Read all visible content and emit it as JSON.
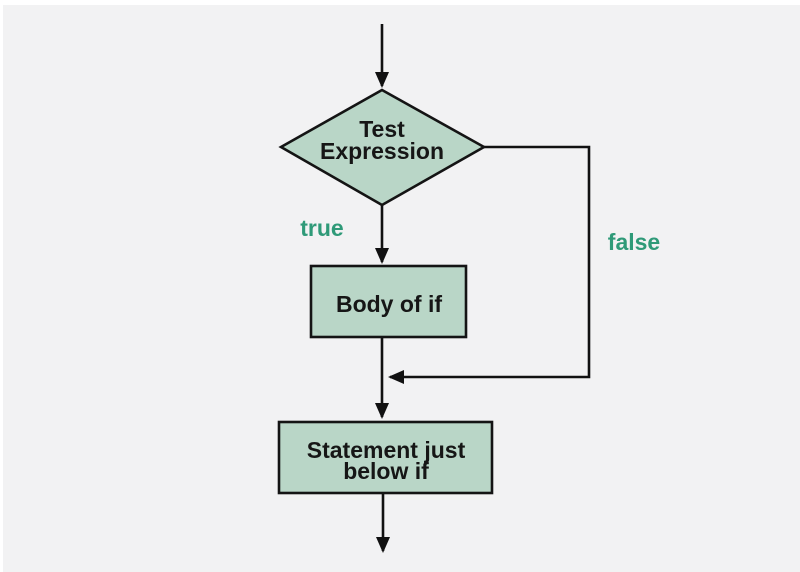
{
  "page": {
    "background": "#ffffff",
    "canvas_background": "#f2f2f3"
  },
  "palette": {
    "node_fill": "#b9d6c7",
    "node_stroke": "#141414",
    "connector": "#111111",
    "branch_label_green": "#2f9a78",
    "node_text": "#161616"
  },
  "flowchart": {
    "type": "flowchart",
    "topic": "if statement control flow",
    "decision": {
      "line1": "Test",
      "line2": "Expression"
    },
    "branches": {
      "true_label": "true",
      "false_label": "false"
    },
    "process_body": {
      "label": "Body of if"
    },
    "process_next": {
      "line1": "Statement just",
      "line2": "below if"
    }
  }
}
